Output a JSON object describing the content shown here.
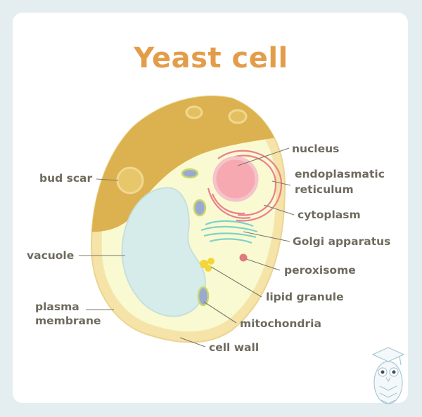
{
  "title": "Yeast cell",
  "labels": {
    "nucleus": "nucleus",
    "endoplasmatic_line1": "endoplasmatic",
    "endoplasmatic_line2": "reticulum",
    "cytoplasm": "cytoplasm",
    "golgi": "Golgi apparatus",
    "peroxisome": "peroxisome",
    "lipid_granule": "lipid granule",
    "mitochondria": "mitochondria",
    "cell_wall": "cell wall",
    "bud_scar": "bud scar",
    "vacuole": "vacuole",
    "plasma_line1": "plasma",
    "plasma_line2": "membrane"
  },
  "colors": {
    "background": "#e4eef0",
    "title": "#e39d4a",
    "cell_wall": "#f5e3a8",
    "bud_scar_cap": "#dbb24f",
    "cytoplasm": "#fafad2",
    "vacuole": "#d6ecea",
    "nucleus": "#f7a9b2",
    "golgi": "#7fd2c8",
    "peroxisome": "#e07a7e",
    "lipid": "#f4d53b",
    "mitochondria": "#9aa9d2",
    "label_text": "#6f6a5e"
  }
}
